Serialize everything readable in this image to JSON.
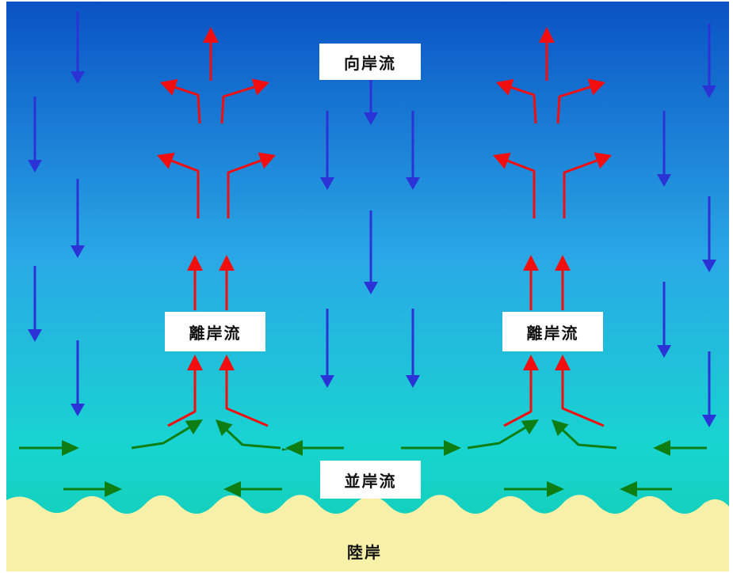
{
  "labels": {
    "onshore_flow": "向岸流",
    "rip_current_left": "離岸流",
    "rip_current_right": "離岸流",
    "longshore_flow": "並岸流",
    "land": "陸岸"
  },
  "colors": {
    "sea_top": "#0a52c4",
    "sea_mid": "#2aa8e6",
    "sea_shallow": "#18d4d0",
    "sea_bottom": "#10cdb0",
    "land": "#f7f0a8",
    "onshore_arrow": "#2b33d6",
    "rip_arrow": "#f20e0e",
    "longshore_arrow": "#0e7d12"
  },
  "icons": {
    "onshore": "arrow-down-icon",
    "rip": "arrow-up-icon",
    "longshore": "arrow-horizontal-icon"
  }
}
